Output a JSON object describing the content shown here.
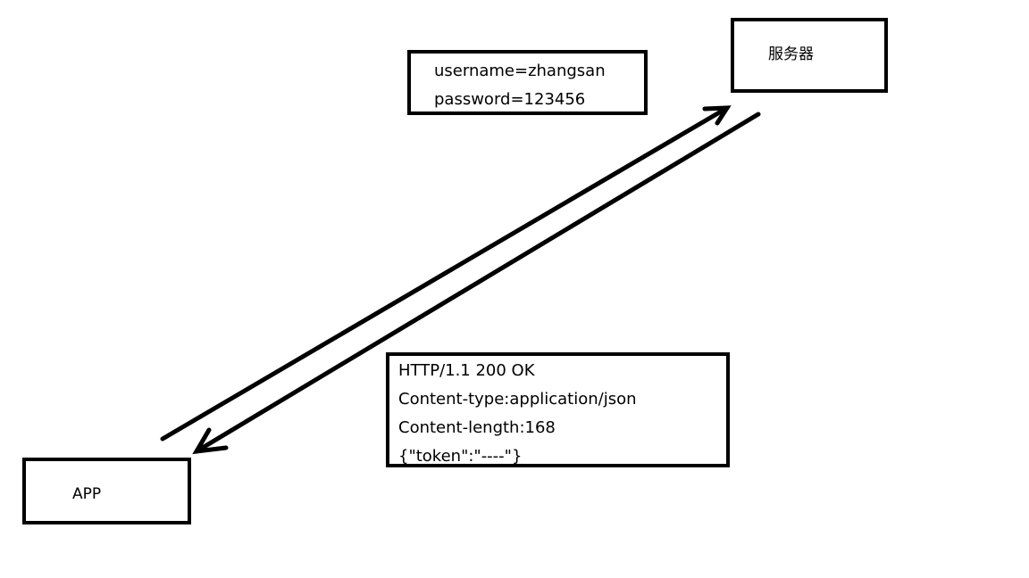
{
  "server": {
    "label": "服务器"
  },
  "app": {
    "label": "APP"
  },
  "request": {
    "lines": [
      "username=zhangsan",
      "password=123456"
    ]
  },
  "response": {
    "lines": [
      "HTTP/1.1 200 OK",
      "Content-type:application/json",
      "Content-length:168",
      "{\"token\":\"----\"}"
    ]
  },
  "colors": {
    "stroke": "#000000",
    "background": "#ffffff"
  }
}
